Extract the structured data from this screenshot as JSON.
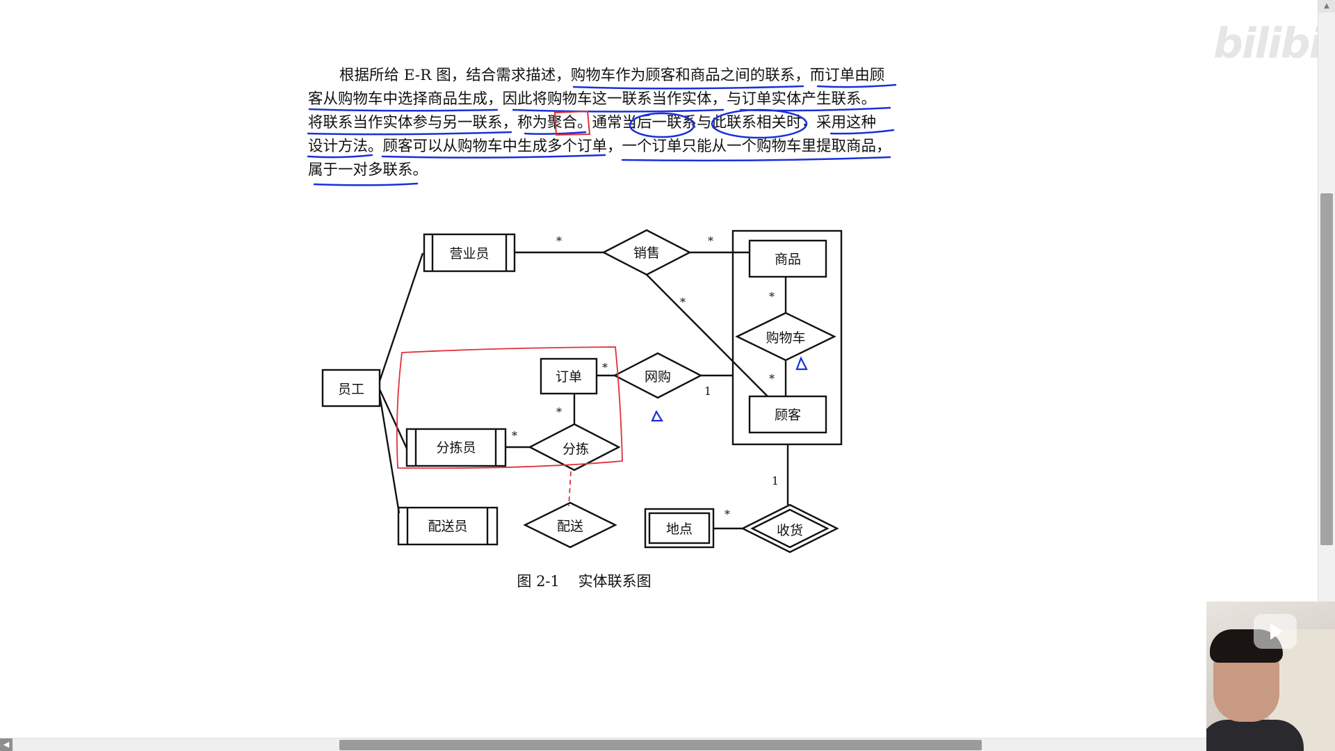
{
  "document": {
    "paragraph_lines": [
      "根据所给 E-R 图，结合需求描述，购物车作为顾客和商品之间的联系，而订单由顾",
      "客从购物车中选择商品生成，因此将购物车这一联系当作实体，与订单实体产生联系。",
      "将联系当作实体参与另一联系，称为聚合。通常当后一联系与此联系相关时，采用这种",
      "设计方法。顾客可以从购物车中生成多个订单，一个订单只能从一个购物车里提取商品，",
      "属于一对多联系。"
    ]
  },
  "diagram": {
    "entities": {
      "yingyeyuan": "营业员",
      "yuangong": "员工",
      "dingdan": "订单",
      "fenjianyuan": "分拣员",
      "peisongyuan": "配送员",
      "shangpin": "商品",
      "guke": "顾客",
      "didian": "地点"
    },
    "relationships": {
      "xiaoshou": "销售",
      "wanggou": "网购",
      "fenjian": "分拣",
      "peisong": "配送",
      "gouwuche": "购物车",
      "shouhuo": "收货"
    },
    "cardinalities": {
      "sale_staff": "*",
      "sale_goods": "*",
      "sale_customer": "*",
      "cart_goods": "*",
      "cart_customer": "*",
      "wanggou_order": "*",
      "wanggou_cart": "1",
      "fenjian_order": "*",
      "fenjian_staff": "*",
      "receive_customer": "1",
      "receive_place": "*"
    },
    "caption": "图 2-1    实体联系图",
    "annotation_color_red": "#e0303a",
    "annotation_color_blue": "#1a2fd8"
  },
  "watermark": "bilibili",
  "player": {
    "play_icon": "play-icon"
  }
}
